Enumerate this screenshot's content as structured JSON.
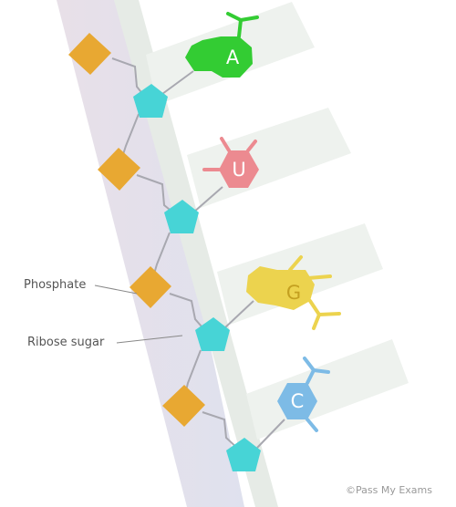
{
  "labels": {
    "phosphate": "Phosphate",
    "ribose_sugar": "Ribose sugar"
  },
  "bases": [
    {
      "letter": "A",
      "color": "#33cc33"
    },
    {
      "letter": "U",
      "color": "#ec8a90"
    },
    {
      "letter": "G",
      "color": "#ecd34e"
    },
    {
      "letter": "C",
      "color": "#7dbbe6"
    }
  ],
  "colors": {
    "phosphate": "#e8a832",
    "ribose": "#47d4d6",
    "backbone_band": "#e4e2ec",
    "base_band": "#e8eee8"
  },
  "credit": "©Pass My Exams"
}
